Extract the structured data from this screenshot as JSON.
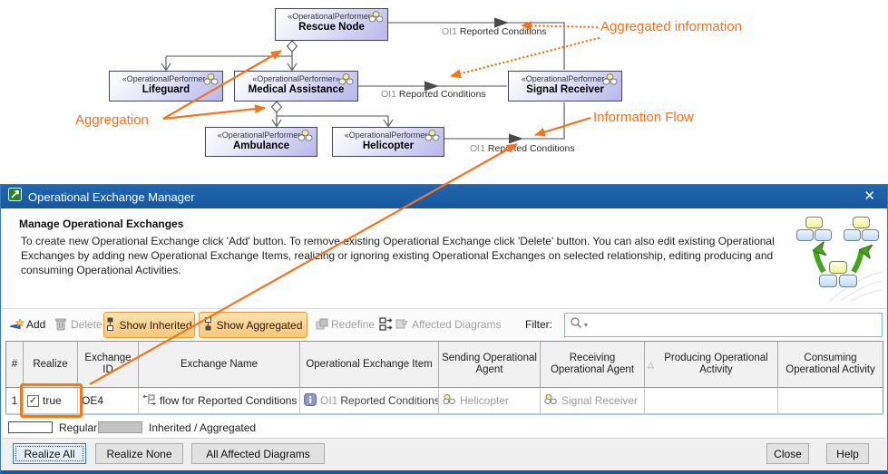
{
  "diagram": {
    "performers": [
      {
        "stereotype": "«OperationalPerformer»",
        "name": "Rescue Node"
      },
      {
        "stereotype": "«OperationalPerformer»",
        "name": "Lifeguard"
      },
      {
        "stereotype": "«OperationalPerformer»",
        "name": "Medical Assistance"
      },
      {
        "stereotype": "«OperationalPerformer»",
        "name": "Signal Receiver"
      },
      {
        "stereotype": "«OperationalPerformer»",
        "name": "Ambulance"
      },
      {
        "stereotype": "«OperationalPerformer»",
        "name": "Helicopter"
      }
    ],
    "flows": [
      {
        "prefix": "OI1",
        "name": "Reported Conditions"
      },
      {
        "prefix": "OI1",
        "name": "Reported Conditions"
      },
      {
        "prefix": "OI1",
        "name": "Reported Conditions"
      }
    ],
    "annotations": {
      "aggregation": "Aggregation",
      "aggregated_information": "Aggregated information",
      "information_flow": "Information Flow"
    },
    "colors": {
      "annotation_orange": "#f4731b",
      "box_fill": "#b7b7ec"
    }
  },
  "dialog": {
    "title": "Operational Exchange Manager",
    "heading": "Manage Operational Exchanges",
    "description": "To create new Operational Exchange click 'Add' button. To remove existing Operational Exchange click 'Delete' button. You can also edit existing Operational Exchanges by adding new Operational Exchange Items, realizing or ignoring existing Operational Exchanges on selected relationship, editing producing and consuming Operational Activities.",
    "toolbar": {
      "add": "Add",
      "delete": "Delete",
      "show_inherited": "Show Inherited",
      "show_aggregated": "Show Aggregated",
      "redefine": "Redefine",
      "affected_diagrams": "Affected Diagrams",
      "filter_label": "Filter:"
    },
    "table": {
      "columns": [
        "#",
        "Realize",
        "Exchange ID",
        "Exchange Name",
        "Operational Exchange Item",
        "Sending Operational Agent",
        "Receiving Operational Agent",
        "Producing Operational Activity",
        "Consuming Operational Activity"
      ],
      "rows": [
        {
          "num": "1",
          "realize": "true",
          "exchange_id": "OE4",
          "exchange_name": "flow for Reported Conditions",
          "item_prefix": "OI1",
          "item_name": "Reported Conditions",
          "sending": "Helicopter",
          "receiving": "Signal Receiver",
          "producing": "",
          "consuming": ""
        }
      ]
    },
    "legend": {
      "regular": "Regular",
      "inherited": "Inherited / Aggregated"
    },
    "buttons": {
      "realize_all": "Realize All",
      "realize_none": "Realize None",
      "all_affected_diagrams": "All Affected Diagrams",
      "close": "Close",
      "help": "Help"
    }
  },
  "icons": {
    "close": "✕",
    "filter_caret": "▾",
    "sort": "△",
    "check": "✓"
  }
}
